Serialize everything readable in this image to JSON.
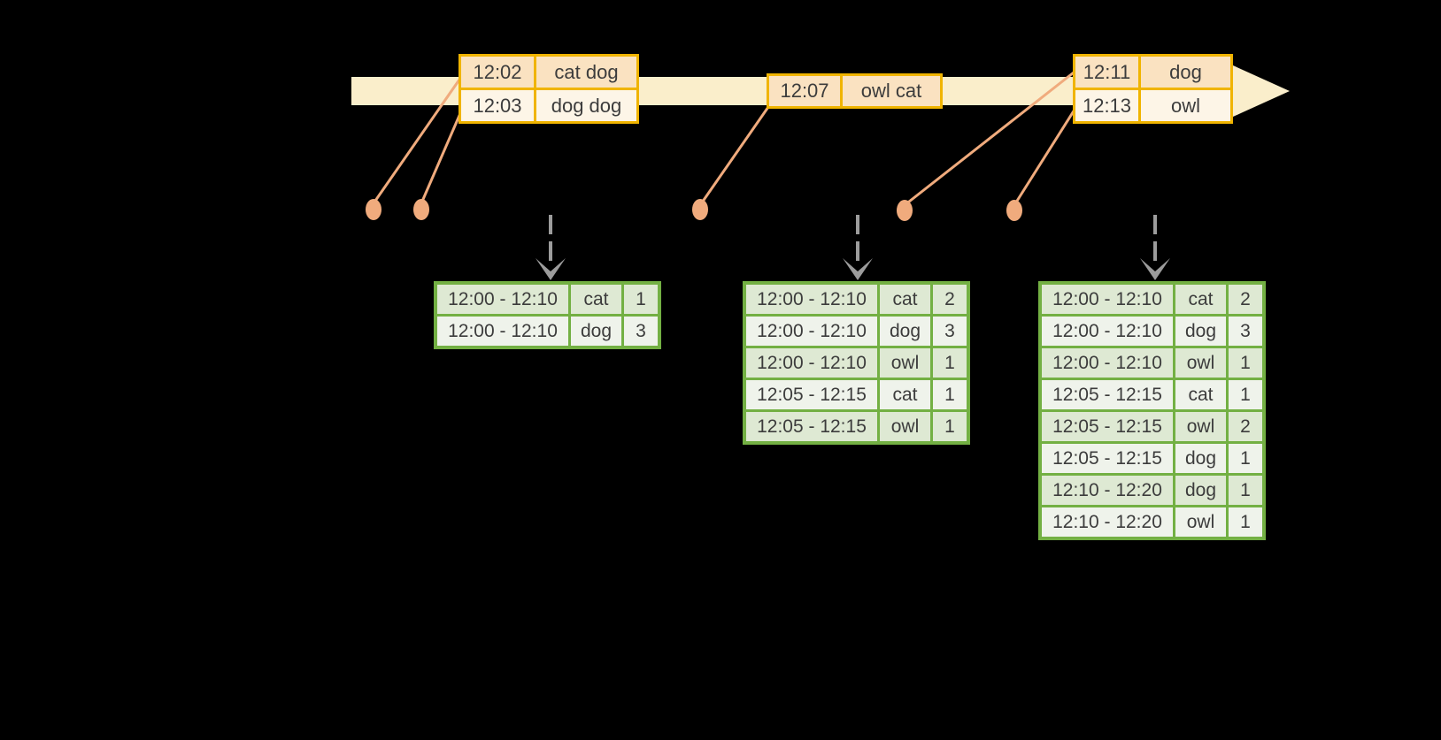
{
  "colors": {
    "background": "#000000",
    "timeline_band": "#faeecb",
    "event_table_border": "#f0b400",
    "event_row_peach": "#fae2c1",
    "event_row_cream": "#fdf5e7",
    "result_table_border": "#73b043",
    "result_row_dark": "#dee9d3",
    "result_row_light": "#eff3eb",
    "connector_orange": "#f0ab7d",
    "trigger_arrow_gray": "#9c9c9c",
    "table_text": "#3c3c3c"
  },
  "timeline": {
    "event_tables": [
      {
        "rows": [
          {
            "time": "12:02",
            "words": "cat dog"
          },
          {
            "time": "12:03",
            "words": "dog dog"
          }
        ]
      },
      {
        "rows": [
          {
            "time": "12:07",
            "words": "owl cat"
          }
        ]
      },
      {
        "rows": [
          {
            "time": "12:11",
            "words": "dog"
          },
          {
            "time": "12:13",
            "words": "owl"
          }
        ]
      }
    ]
  },
  "result_tables": [
    {
      "rows": [
        {
          "window": "12:00 - 12:10",
          "word": "cat",
          "count": "1"
        },
        {
          "window": "12:00 - 12:10",
          "word": "dog",
          "count": "3"
        }
      ]
    },
    {
      "rows": [
        {
          "window": "12:00 - 12:10",
          "word": "cat",
          "count": "2"
        },
        {
          "window": "12:00 - 12:10",
          "word": "dog",
          "count": "3"
        },
        {
          "window": "12:00 - 12:10",
          "word": "owl",
          "count": "1"
        },
        {
          "window": "12:05 - 12:15",
          "word": "cat",
          "count": "1"
        },
        {
          "window": "12:05 - 12:15",
          "word": "owl",
          "count": "1"
        }
      ]
    },
    {
      "rows": [
        {
          "window": "12:00 - 12:10",
          "word": "cat",
          "count": "2"
        },
        {
          "window": "12:00 - 12:10",
          "word": "dog",
          "count": "3"
        },
        {
          "window": "12:00 - 12:10",
          "word": "owl",
          "count": "1"
        },
        {
          "window": "12:05 - 12:15",
          "word": "cat",
          "count": "1"
        },
        {
          "window": "12:05 - 12:15",
          "word": "owl",
          "count": "2"
        },
        {
          "window": "12:05 - 12:15",
          "word": "dog",
          "count": "1"
        },
        {
          "window": "12:10 - 12:20",
          "word": "dog",
          "count": "1"
        },
        {
          "window": "12:10 - 12:20",
          "word": "owl",
          "count": "1"
        }
      ]
    }
  ]
}
